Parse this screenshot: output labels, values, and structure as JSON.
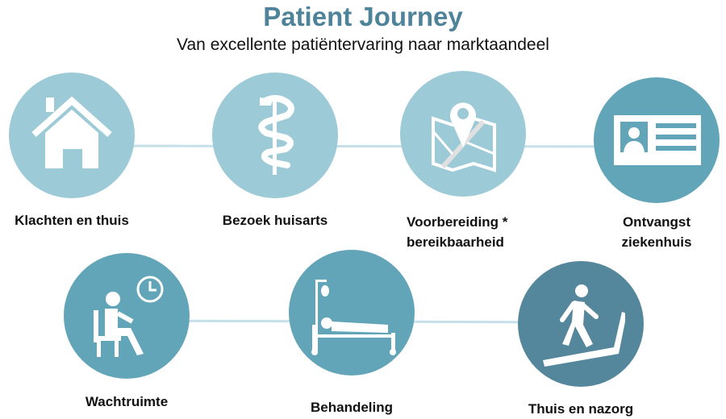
{
  "header": {
    "title": "Patient Journey",
    "subtitle": "Van excellente patiëntervaring naar marktaandeel"
  },
  "colors": {
    "light": "#9ccad6",
    "mid": "#62a5b8",
    "dark": "#55879c",
    "line": "#c5e0e8",
    "title": "#4f8399"
  },
  "steps": [
    {
      "label": "Klachten en thuis",
      "icon": "house-icon"
    },
    {
      "label": "Bezoek huisarts",
      "icon": "rod-of-asclepius-icon"
    },
    {
      "label_line1": "Voorbereiding *",
      "label_line2": "bereikbaarheid",
      "icon": "map-pin-icon"
    },
    {
      "label_line1": "Ontvangst",
      "label_line2": "ziekenhuis",
      "icon": "id-card-icon"
    },
    {
      "label": "Wachtruimte",
      "icon": "waiting-room-icon"
    },
    {
      "label": "Behandeling",
      "icon": "hospital-bed-icon"
    },
    {
      "label": "Thuis en nazorg",
      "icon": "treadmill-icon"
    }
  ]
}
